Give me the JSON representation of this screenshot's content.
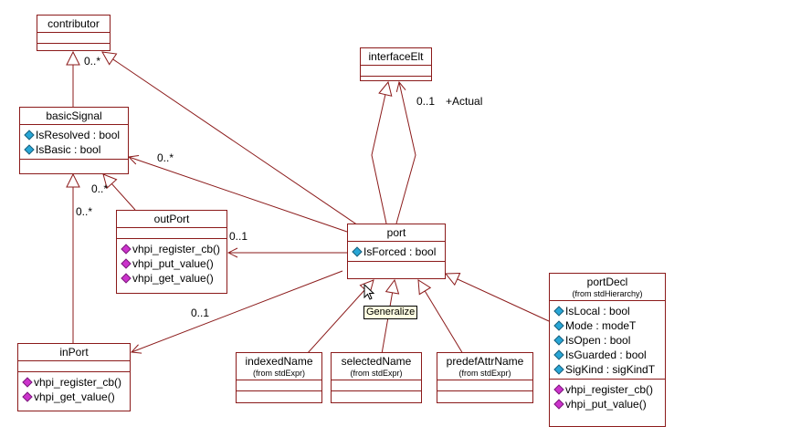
{
  "classes": {
    "contributor": {
      "name": "contributor"
    },
    "interfaceElt": {
      "name": "interfaceElt"
    },
    "basicSignal": {
      "name": "basicSignal",
      "attributes": [
        "IsResolved : bool",
        "IsBasic : bool"
      ]
    },
    "outPort": {
      "name": "outPort",
      "operations": [
        "vhpi_register_cb()",
        "vhpi_put_value()",
        "vhpi_get_value()"
      ]
    },
    "port": {
      "name": "port",
      "attributes": [
        "IsForced : bool"
      ]
    },
    "inPort": {
      "name": "inPort",
      "operations": [
        "vhpi_register_cb()",
        "vhpi_get_value()"
      ]
    },
    "indexedName": {
      "name": "indexedName",
      "from": "(from stdExpr)"
    },
    "selectedName": {
      "name": "selectedName",
      "from": "(from stdExpr)"
    },
    "predefAttrName": {
      "name": "predefAttrName",
      "from": "(from stdExpr)"
    },
    "portDecl": {
      "name": "portDecl",
      "from": "(from stdHierarchy)",
      "attributes": [
        "IsLocal : bool",
        "Mode : modeT",
        "IsOpen : bool",
        "IsGuarded : bool",
        "SigKind : sigKindT"
      ],
      "operations": [
        "vhpi_register_cb()",
        "vhpi_put_value()"
      ]
    }
  },
  "multiplicities": {
    "contributor_many": "0..*",
    "basicSignal_many_port": "0..*",
    "basicSignal_many_out": "0..*",
    "basicSignal_many_in": "0..*",
    "interface_one": "0..1",
    "interface_role": "+Actual",
    "outPort_one": "0..1",
    "inPort_one": "0..1"
  },
  "tooltip": "Generalize",
  "icons": {
    "attribute": "attribute-icon",
    "operation": "operation-icon"
  },
  "colors": {
    "line": "#8b1a1a",
    "attribute": "#27a6d6",
    "operation": "#cc33cc",
    "tooltip_bg": "#ffffe1"
  }
}
